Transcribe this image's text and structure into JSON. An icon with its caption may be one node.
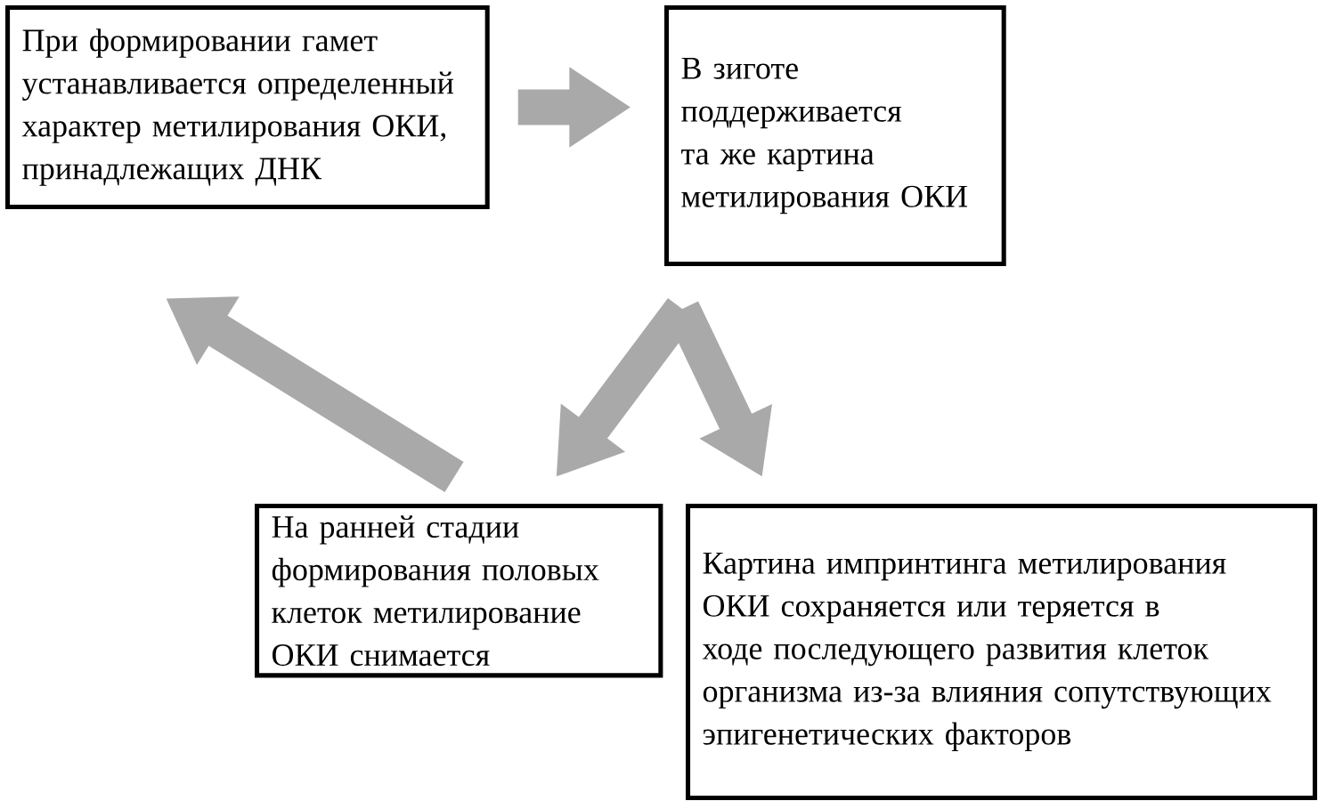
{
  "diagram": {
    "nodes": [
      {
        "text": [
          "При формировании гамет устанавливается определенный характер метилирования ОКИ, принадлежащих ДНК"
        ]
      },
      {
        "text": [
          "В зиготе поддерживается та же картина метилирования ОКИ"
        ]
      },
      {
        "text": [
          "На ранней стадии формирования половых клеток метилирование ОКИ снимается"
        ]
      },
      {
        "text": [
          "Картина импринтинга метилирования ОКИ сохраняется или теряется в ходе последующего развития клеток организма из-за влияния сопутствующих эпигенетических факторов"
        ]
      }
    ],
    "edges": [
      {
        "from": 0,
        "to": 1,
        "arrow": "to"
      },
      {
        "from": 1,
        "to": 2,
        "arrow": "to"
      },
      {
        "from": 1,
        "to": 3,
        "arrow": "to"
      },
      {
        "from": 2,
        "to": 0,
        "arrow": "to"
      }
    ]
  }
}
